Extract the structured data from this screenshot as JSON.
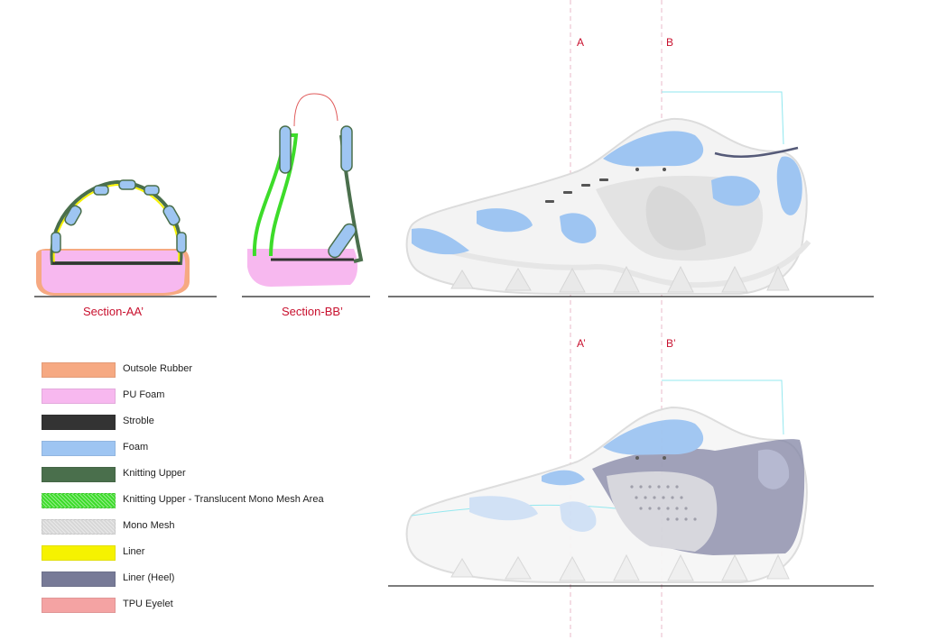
{
  "sections": {
    "aa_label": "Section-AA’",
    "bb_label": "Section-BB’"
  },
  "cuts": {
    "top": [
      "A",
      "B"
    ],
    "bottom": [
      "A’",
      "B’"
    ]
  },
  "legend": [
    {
      "label": "Outsole Rubber",
      "color": "#f6a982",
      "pattern": "solid"
    },
    {
      "label": "PU Foam",
      "color": "#f7b8ef",
      "pattern": "solid"
    },
    {
      "label": "Stroble",
      "color": "#333333",
      "pattern": "solid"
    },
    {
      "label": "Foam",
      "color": "#9ec5f2",
      "pattern": "solid"
    },
    {
      "label": "Knitting Upper",
      "color": "#4a6f4c",
      "pattern": "solid"
    },
    {
      "label": "Knitting Upper - Translucent Mono Mesh Area",
      "color": "#3ddc2a",
      "pattern": "hatch"
    },
    {
      "label": "Mono Mesh",
      "color": "#d7d7d7",
      "pattern": "hatch"
    },
    {
      "label": "Liner",
      "color": "#f6f200",
      "pattern": "solid"
    },
    {
      "label": "Liner (Heel)",
      "color": "#777a97",
      "pattern": "solid"
    },
    {
      "label": "TPU Eyelet",
      "color": "#f4a3a3",
      "pattern": "solid"
    }
  ]
}
